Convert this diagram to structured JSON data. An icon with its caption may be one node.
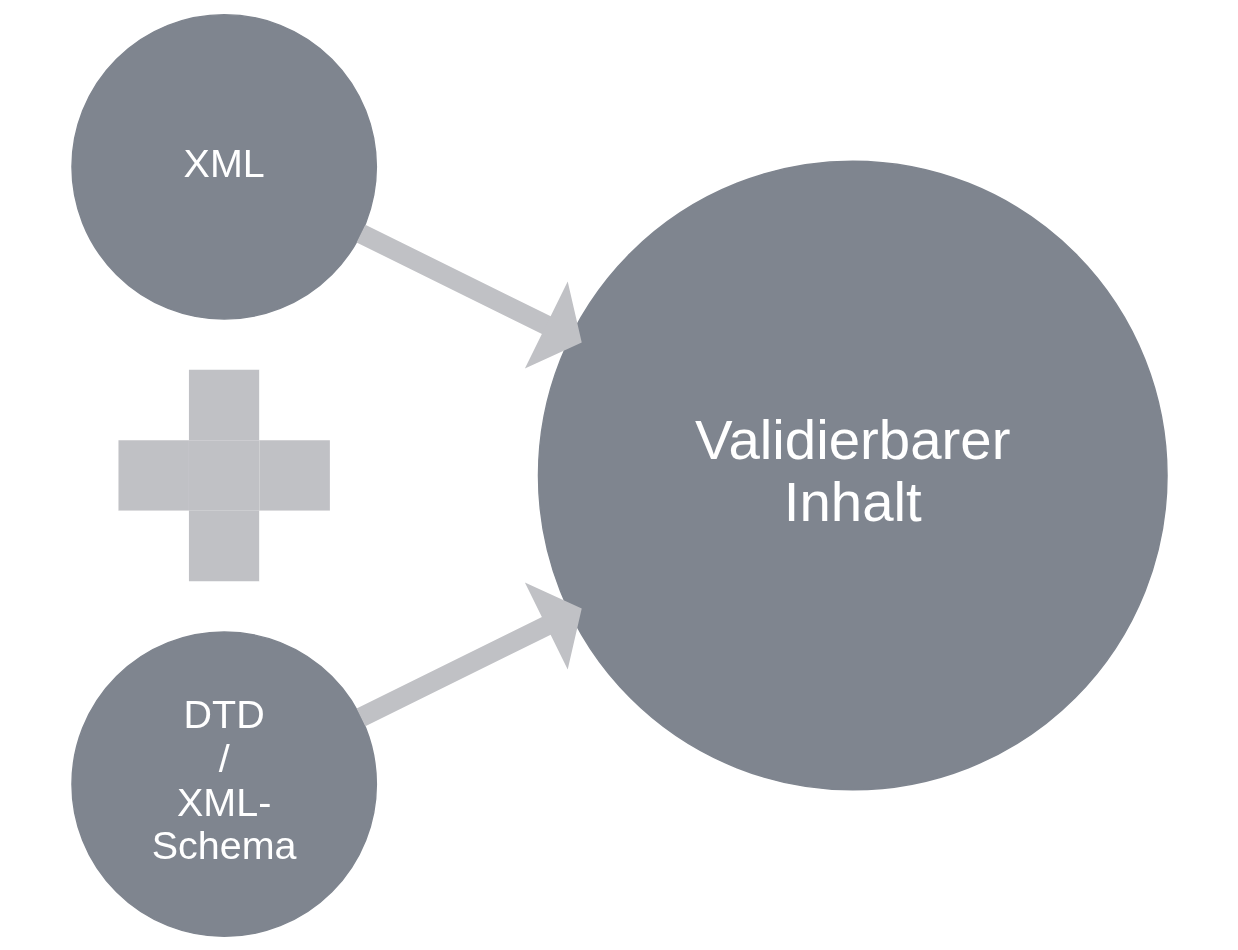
{
  "diagram": {
    "nodes": [
      {
        "text": [
          "XML"
        ]
      },
      {
        "text": [],
        "shape": "plus"
      },
      {
        "text": [
          "DTD / XML- Schema"
        ]
      },
      {
        "text": [
          "Validierbarer Inhalt"
        ]
      }
    ],
    "edges": [
      {
        "from": 0,
        "to": 3,
        "arrow": "to"
      },
      {
        "from": 2,
        "to": 3,
        "arrow": "to"
      }
    ]
  }
}
